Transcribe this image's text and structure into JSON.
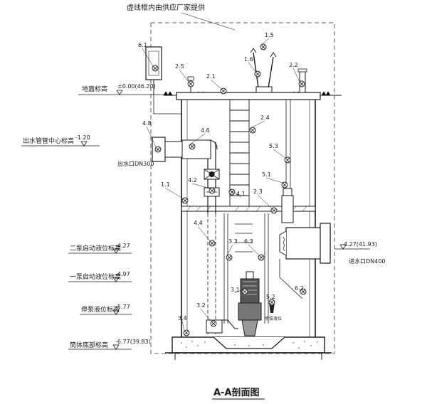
{
  "note": "虚线框内由供应厂家提供",
  "title": "A-A剖面图",
  "levels": {
    "ground": {
      "label": "地面标高",
      "value": "±0.00(46.20)"
    },
    "outlet_center": {
      "label": "出水管管中心标高",
      "value": "-1.20"
    },
    "pump2_start": {
      "label": "二泵启动液位标高",
      "value": "-4.27"
    },
    "pump1_start": {
      "label": "一泵启动液位标高",
      "value": "-4.97"
    },
    "stop": {
      "label": "停泵液位标高",
      "value": "-5.77"
    },
    "bottom": {
      "label": "筒体底部标高",
      "value": "-6.77(39.83)"
    },
    "inlet": {
      "value": "-4.27(41.93)"
    }
  },
  "pipes": {
    "outlet": "出水口DN300",
    "inlet": "进水口DN400"
  },
  "stop_level_tag": "停泵液位",
  "tags": [
    "6.1",
    "2.5",
    "1.6",
    "1.5",
    "2.2",
    "2.1",
    "4.8",
    "4.6",
    "2.4",
    "5.3",
    "4.2",
    "4.1",
    "5.1",
    "1.1",
    "2.3",
    "4.4",
    "3.3",
    "6.3",
    "3.1",
    "6.2",
    "3.2",
    "5.2",
    "3.4"
  ]
}
